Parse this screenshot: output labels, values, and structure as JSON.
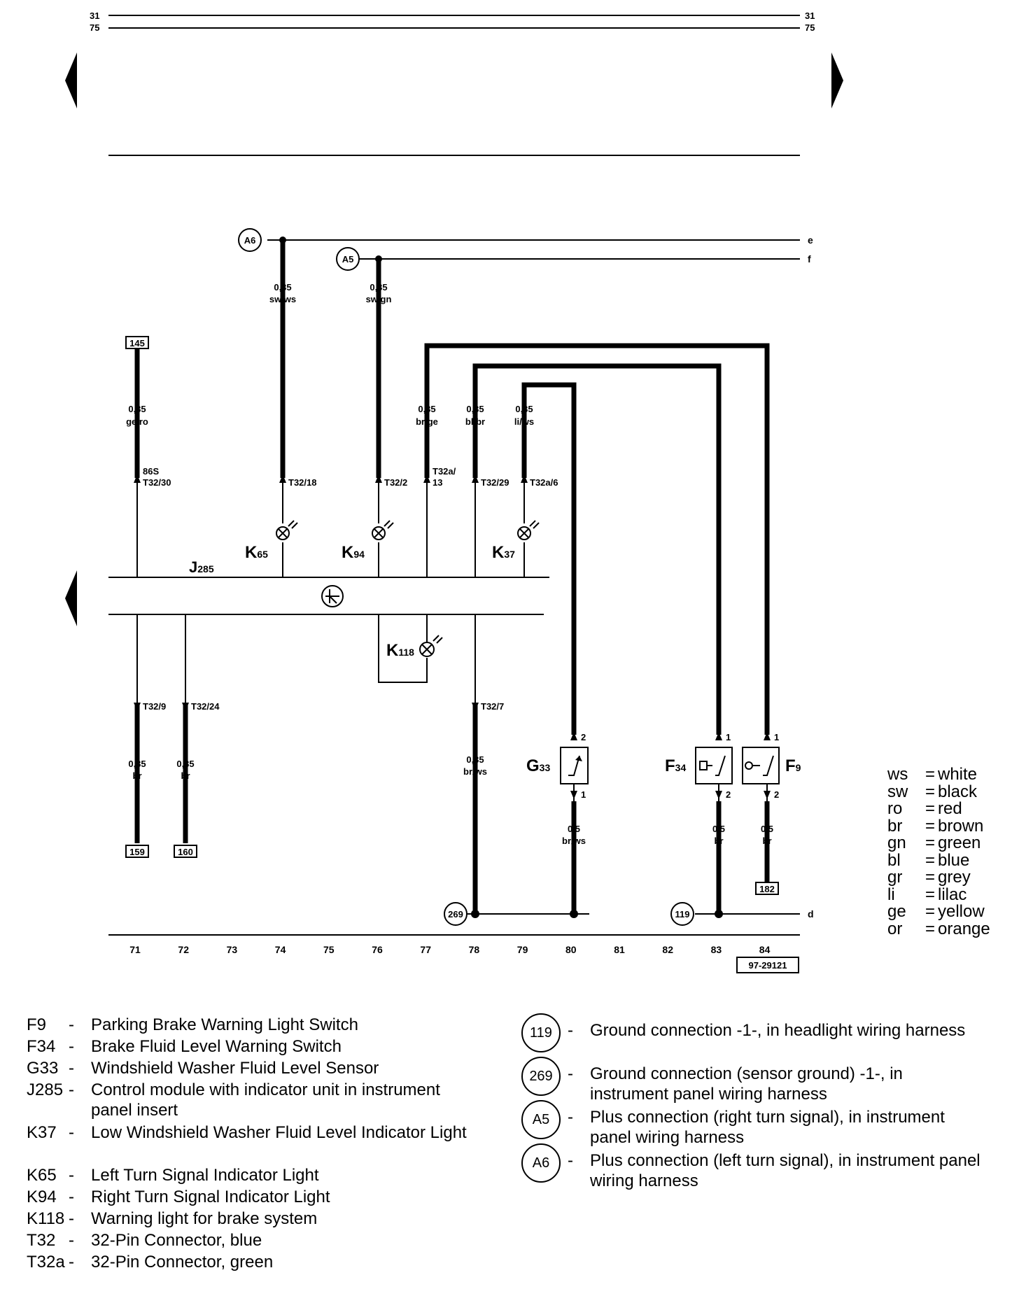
{
  "rails": {
    "top_left_1": "31",
    "top_right_1": "31",
    "top_left_2": "75",
    "top_right_2": "75",
    "rail_e": "e",
    "rail_f": "f",
    "rail_d": "d"
  },
  "connectors": {
    "a6": "A6",
    "a5": "A5",
    "g269": "269",
    "g119": "119"
  },
  "boxes": {
    "b145": "145",
    "b159": "159",
    "b160": "160",
    "b182": "182"
  },
  "wires": {
    "w_ge_ro": {
      "size": "0,35",
      "color": "ge/ro"
    },
    "w_sw_ws": {
      "size": "0,35",
      "color": "sw/ws"
    },
    "w_sw_gn": {
      "size": "0,35",
      "color": "sw/gn"
    },
    "w_br_ge": {
      "size": "0,35",
      "color": "br/ge"
    },
    "w_bl_br": {
      "size": "0,35",
      "color": "bl/br"
    },
    "w_li_ws": {
      "size": "0,35",
      "color": "li/ws"
    },
    "w_br_71": {
      "size": "0,35",
      "color": "br"
    },
    "w_br_72": {
      "size": "0,35",
      "color": "br"
    },
    "w_br_ws_78": {
      "size": "0,35",
      "color": "br/ws"
    },
    "w_br_ws_80": {
      "size": "0,5",
      "color": "br/ws"
    },
    "w_br_83": {
      "size": "0,5",
      "color": "br"
    },
    "w_br_84": {
      "size": "0,5",
      "color": "br"
    }
  },
  "pins": {
    "p_86s": "86S",
    "p_t32_30": "T32/30",
    "p_t32_18": "T32/18",
    "p_t32_2": "T32/2",
    "p_t32a_13a": "T32a/",
    "p_t32a_13b": "13",
    "p_t32_29": "T32/29",
    "p_t32a_6": "T32a/6",
    "p_t32_9": "T32/9",
    "p_t32_24": "T32/24",
    "p_t32_7": "T32/7",
    "g33_2": "2",
    "g33_1": "1",
    "f34_1": "1",
    "f34_2": "2",
    "f9_1": "1",
    "f9_2": "2"
  },
  "components": {
    "j285": {
      "main": "J",
      "sub": "285"
    },
    "k65": {
      "main": "K",
      "sub": "65"
    },
    "k94": {
      "main": "K",
      "sub": "94"
    },
    "k37": {
      "main": "K",
      "sub": "37"
    },
    "k118": {
      "main": "K",
      "sub": "118"
    },
    "g33": {
      "main": "G",
      "sub": "33"
    },
    "f34": {
      "main": "F",
      "sub": "34"
    },
    "f9": {
      "main": "F",
      "sub": "9"
    }
  },
  "columns": [
    "71",
    "72",
    "73",
    "74",
    "75",
    "76",
    "77",
    "78",
    "79",
    "80",
    "81",
    "82",
    "83",
    "84"
  ],
  "figure_id": "97-29121",
  "color_legend": [
    {
      "code": "ws",
      "name": "white"
    },
    {
      "code": "sw",
      "name": "black"
    },
    {
      "code": "ro",
      "name": "red"
    },
    {
      "code": "br",
      "name": "brown"
    },
    {
      "code": "gn",
      "name": "green"
    },
    {
      "code": "bl",
      "name": "blue"
    },
    {
      "code": "gr",
      "name": "grey"
    },
    {
      "code": "li",
      "name": "lilac"
    },
    {
      "code": "ge",
      "name": "yellow"
    },
    {
      "code": "or",
      "name": "orange"
    }
  ],
  "component_legend": [
    {
      "code": "F9",
      "text": "Parking Brake Warning Light Switch"
    },
    {
      "code": "F34",
      "text": "Brake Fluid Level Warning Switch"
    },
    {
      "code": "G33",
      "text": "Windshield Washer Fluid Level Sensor"
    },
    {
      "code": "J285",
      "text": "Control module with indicator unit in instrument panel insert"
    },
    {
      "code": "K37",
      "text": "Low Windshield Washer Fluid Level Indicator Light"
    },
    {
      "code": "K65",
      "text": "Left Turn Signal Indicator Light"
    },
    {
      "code": "K94",
      "text": "Right Turn Signal Indicator Light"
    },
    {
      "code": "K118",
      "text": "Warning light for brake system"
    },
    {
      "code": "T32",
      "text": "32-Pin Connector, blue"
    },
    {
      "code": "T32a",
      "text": "32-Pin Connector, green"
    }
  ],
  "connection_legend": [
    {
      "code": "119",
      "text": "Ground connection -1-, in headlight wiring harness"
    },
    {
      "code": "269",
      "text": "Ground connection (sensor ground) -1-, in instrument panel wiring harness"
    },
    {
      "code": "A5",
      "text": "Plus connection (right turn signal), in instrument panel wiring harness"
    },
    {
      "code": "A6",
      "text": "Plus connection (left turn signal), in instrument panel wiring harness"
    }
  ],
  "dash": "-",
  "equals": "="
}
